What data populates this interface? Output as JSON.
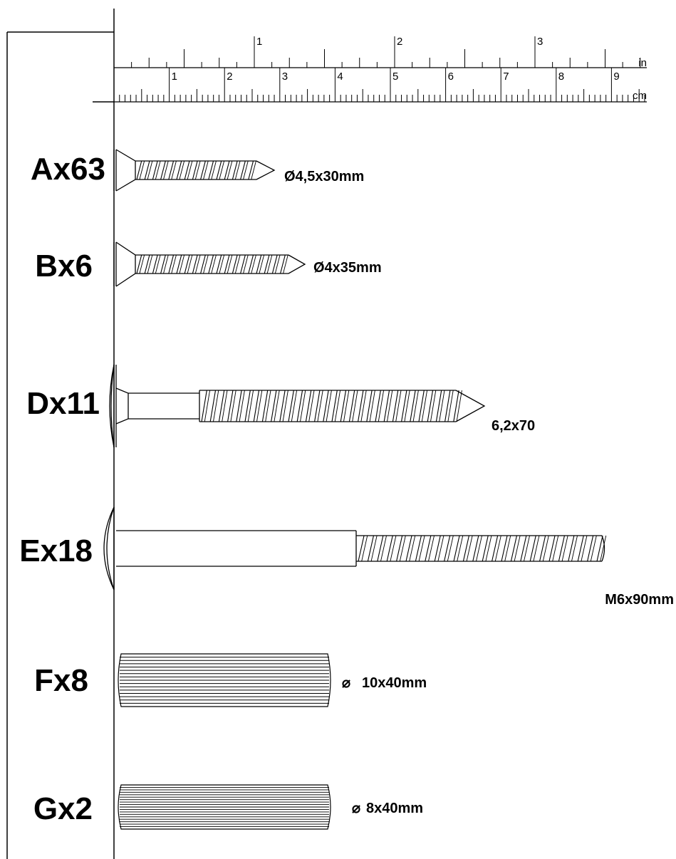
{
  "ruler": {
    "inch_unit": "in",
    "cm_unit": "cm",
    "inch_marks": [
      "1",
      "2",
      "3"
    ],
    "cm_marks": [
      "1",
      "2",
      "3",
      "4",
      "5",
      "6",
      "7",
      "8",
      "9"
    ]
  },
  "parts": [
    {
      "id": "A",
      "label": "Ax63",
      "dimension": "Ø4,5x30mm",
      "kind": "wood-screw"
    },
    {
      "id": "B",
      "label": "Bx6",
      "dimension": "Ø4x35mm",
      "kind": "wood-screw"
    },
    {
      "id": "D",
      "label": "Dx11",
      "dimension": "6,2x70",
      "kind": "confirmat-screw"
    },
    {
      "id": "E",
      "label": "Ex18",
      "dimension": "M6x90mm",
      "kind": "connector-bolt"
    },
    {
      "id": "F",
      "label": "Fx8",
      "dimension": "10x40mm",
      "dim_symbol": "⌀",
      "kind": "dowel"
    },
    {
      "id": "G",
      "label": "Gx2",
      "dimension": "8x40mm",
      "dim_symbol": "⌀",
      "kind": "dowel"
    }
  ],
  "colors": {
    "ink": "#000000",
    "background": "#ffffff"
  }
}
